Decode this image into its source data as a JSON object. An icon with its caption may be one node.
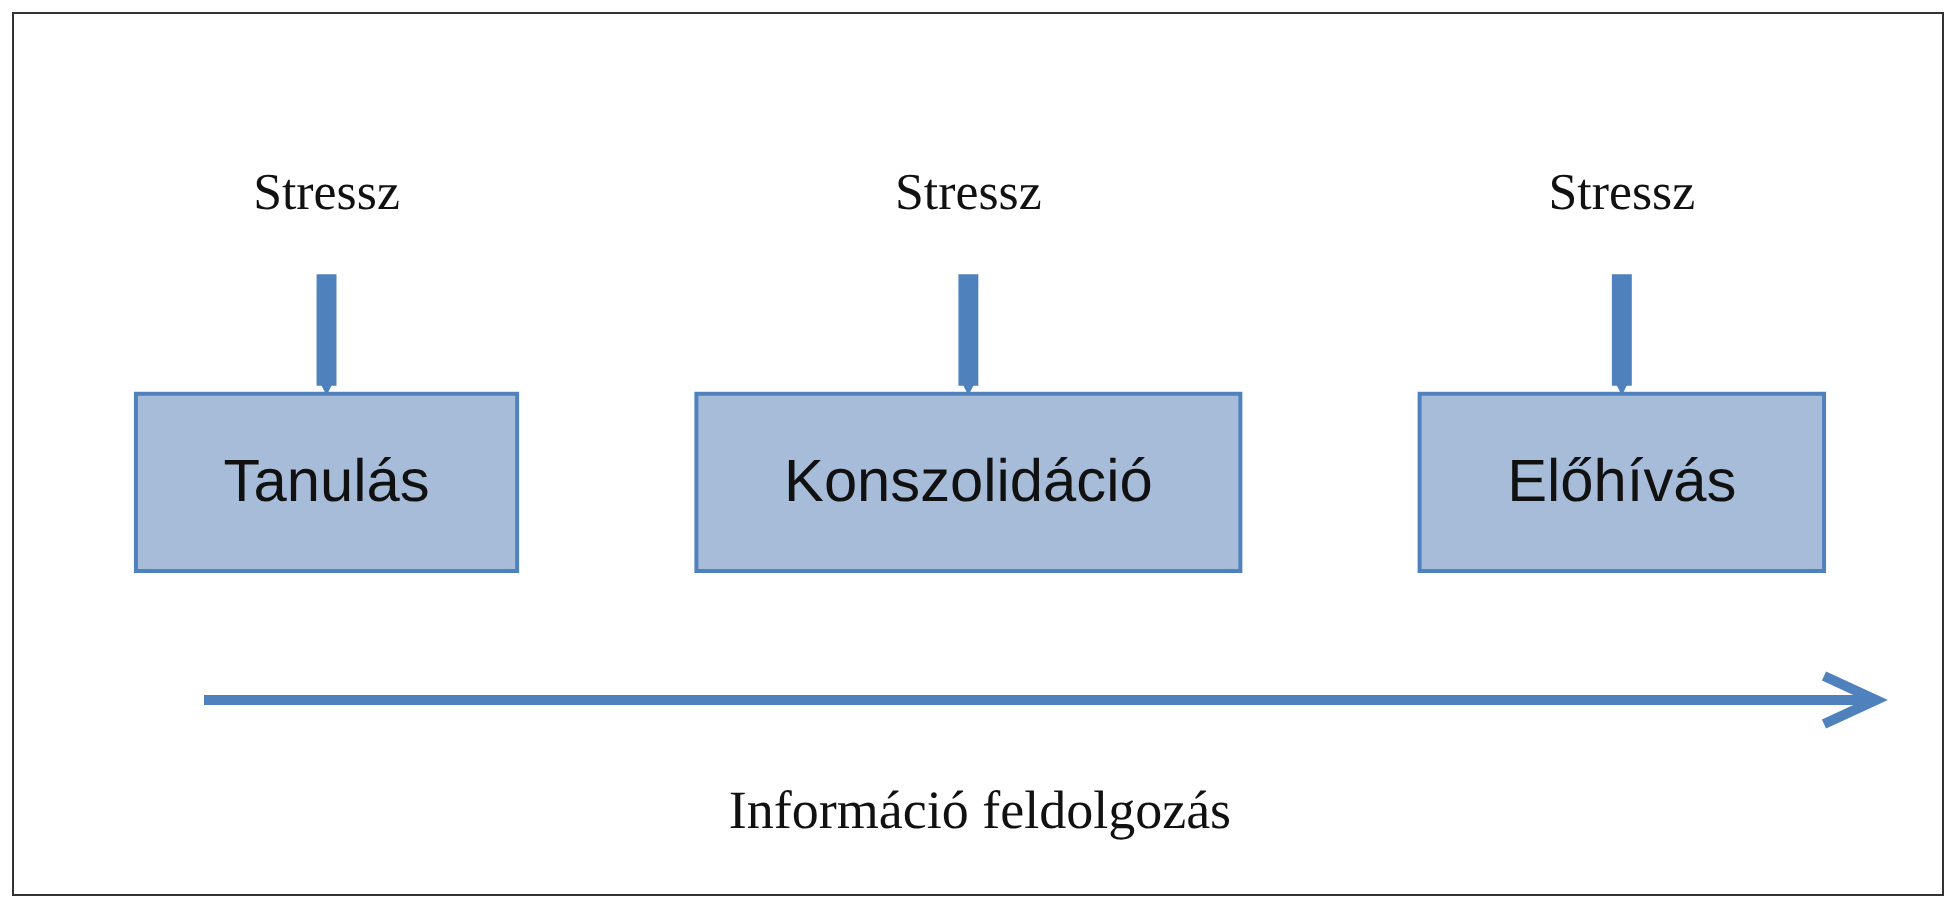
{
  "diagram": {
    "nodes": [
      {
        "text": [
          "Stressz"
        ]
      },
      {
        "text": [
          "Stressz"
        ]
      },
      {
        "text": [
          "Stressz"
        ]
      },
      {
        "text": [
          "Tanulás"
        ]
      },
      {
        "text": [
          "Konszolidáció"
        ]
      },
      {
        "text": [
          "Előhívás"
        ]
      }
    ],
    "edges": [
      {
        "from": 0,
        "to": 3,
        "arrow": "to"
      },
      {
        "from": 1,
        "to": 4,
        "arrow": "to"
      },
      {
        "from": 2,
        "to": 5,
        "arrow": "to"
      }
    ],
    "labels": [
      "Információ feldolgozás"
    ]
  }
}
